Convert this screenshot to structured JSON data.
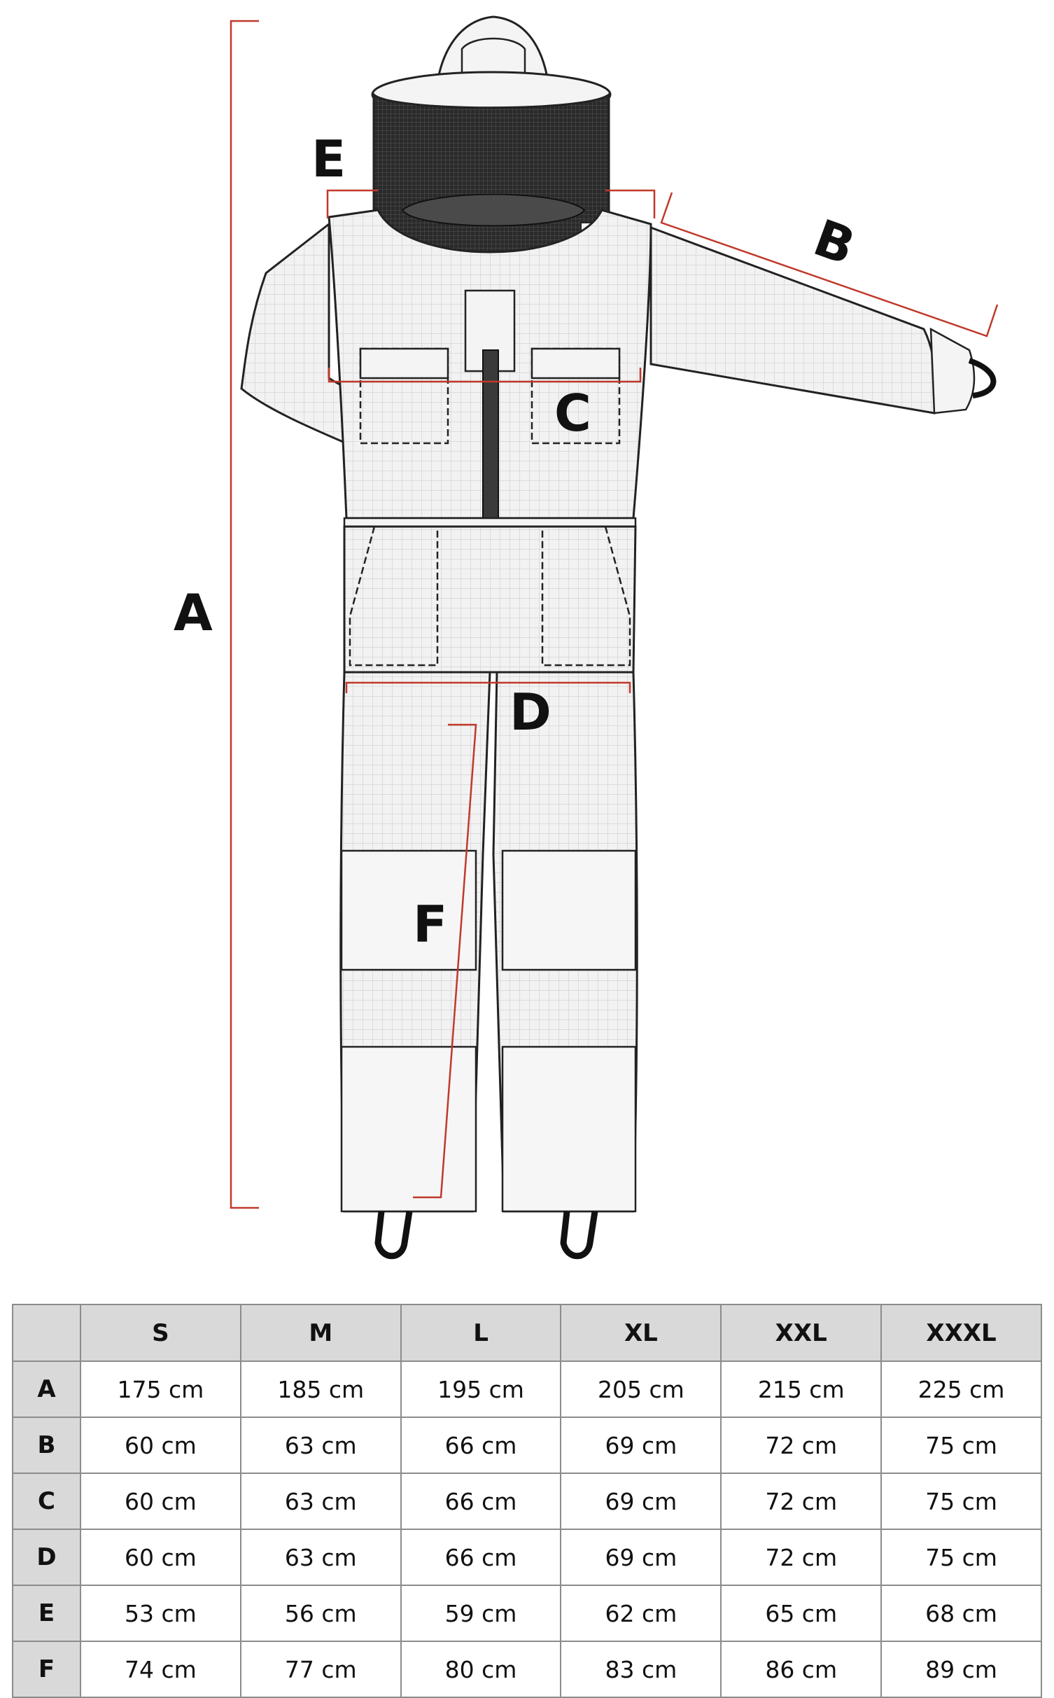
{
  "labels": {
    "A": "A",
    "B": "B",
    "C": "C",
    "D": "D",
    "E": "E",
    "F": "F"
  },
  "colors": {
    "measure_line": "#c0392b",
    "outline": "#222222",
    "fabric": "#efefef",
    "veil": "#2b2b2b",
    "table_header_bg": "#d9d9d9",
    "table_border": "#8c8c8c"
  },
  "table": {
    "columns": [
      "S",
      "M",
      "L",
      "XL",
      "XXL",
      "XXXL"
    ],
    "rows": [
      {
        "label": "A",
        "values": [
          "175 cm",
          "185 cm",
          "195 cm",
          "205 cm",
          "215 cm",
          "225 cm"
        ]
      },
      {
        "label": "B",
        "values": [
          "60 cm",
          "63 cm",
          "66 cm",
          "69 cm",
          "72 cm",
          "75 cm"
        ]
      },
      {
        "label": "C",
        "values": [
          "60 cm",
          "63 cm",
          "66 cm",
          "69 cm",
          "72 cm",
          "75 cm"
        ]
      },
      {
        "label": "D",
        "values": [
          "60 cm",
          "63 cm",
          "66 cm",
          "69 cm",
          "72 cm",
          "75 cm"
        ]
      },
      {
        "label": "E",
        "values": [
          "53 cm",
          "56 cm",
          "59 cm",
          "62 cm",
          "65 cm",
          "68 cm"
        ]
      },
      {
        "label": "F",
        "values": [
          "74 cm",
          "77 cm",
          "80 cm",
          "83 cm",
          "86 cm",
          "89 cm"
        ]
      }
    ]
  }
}
